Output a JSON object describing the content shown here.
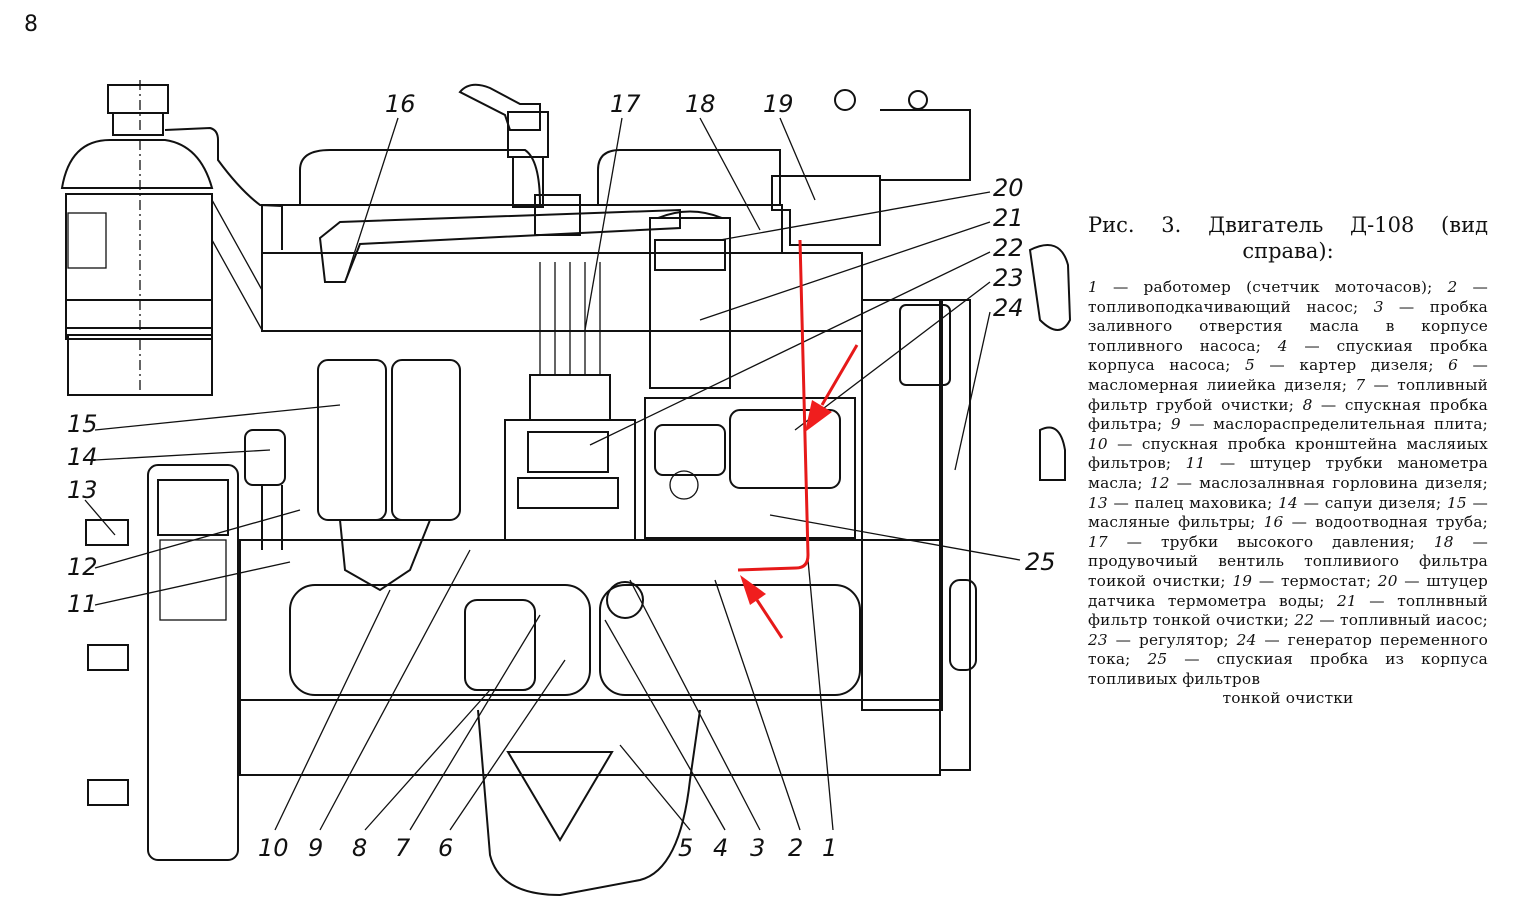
{
  "page_number": "8",
  "figure": {
    "title_line1": "Рис. 3. Двигатель Д-108 (вид",
    "title_line2": "справа):",
    "legend": [
      {
        "num": "1",
        "text": "работомер (счетчик моточасов);"
      },
      {
        "num": "2",
        "text": "топливоподкачивающий насос;"
      },
      {
        "num": "3",
        "text": "пробка заливного отверстия масла в корпусе топливного насоса;"
      },
      {
        "num": "4",
        "text": "спускиая пробка корпуса насоса;"
      },
      {
        "num": "5",
        "text": "картер дизеля;"
      },
      {
        "num": "6",
        "text": "масломерная лииейка дизеля;"
      },
      {
        "num": "7",
        "text": "топливный фильтр грубой очистки;"
      },
      {
        "num": "8",
        "text": "спускная пробка фильтра;"
      },
      {
        "num": "9",
        "text": "маслораспределительная плита;"
      },
      {
        "num": "10",
        "text": "спускная пробка кронштейна масляиых фильтров;"
      },
      {
        "num": "11",
        "text": "штуцер трубки манометра масла;"
      },
      {
        "num": "12",
        "text": "маслозалнвная горловина дизеля;"
      },
      {
        "num": "13",
        "text": "палец маховика;"
      },
      {
        "num": "14",
        "text": "сапуи дизеля;"
      },
      {
        "num": "15",
        "text": "масляные фильтры;"
      },
      {
        "num": "16",
        "text": "водоотводная труба;"
      },
      {
        "num": "17",
        "text": "трубки высокого давления;"
      },
      {
        "num": "18",
        "text": "продувочиый вентиль топливиого фильтра тоикой очистки;"
      },
      {
        "num": "19",
        "text": "термостат;"
      },
      {
        "num": "20",
        "text": "штуцер датчика термометра воды;"
      },
      {
        "num": "21",
        "text": "топлнвный фильтр тонкой очистки;"
      },
      {
        "num": "22",
        "text": "топливный иасос;"
      },
      {
        "num": "23",
        "text": "регулятор;"
      },
      {
        "num": "24",
        "text": "генератор переменного тока;"
      },
      {
        "num": "25",
        "text": "спускиая пробка из корпуса топливиых фильтров тонкой очистки"
      }
    ],
    "caption_html_lines": [
      "<i>1</i> — работомер (счетчик моточасов); <i>2</i> — топливоподкачивающий насос; <i>3</i> — пробка заливного отверстия масла в корпусе топливного насоса; <i>4</i> — спускиая пробка корпуса насоса; <i>5</i> — картер дизеля; <i>6</i> — масломерная лииейка дизеля; <i>7</i> — топливный фильтр грубой очистки; <i>8</i> — спускная пробка фильтра; <i>9</i> — маслораспределительная плита; <i>10</i> — спускная пробка кронштейна масляиых фильтров; <i>11</i> — штуцер трубки манометра масла; <i>12</i> — маслозалнвная горловина дизеля; <i>13</i> — палец маховика; <i>14</i> — сапуи дизеля; <i>15</i> — масляные фильтры; <i>16</i> — водоотводная труба; <i>17</i> — трубки высокого давления; <i>18</i> — продувочиый вентиль топливиого фильтра тоикой очистки; <i>19</i> — термостат; <i>20</i> — штуцер датчика термометра воды; <i>21</i> — топлнвный фильтр тонкой очистки; <i>22</i> — топливный иасос; <i>23</i> — регулятор; <i>24</i> — генератор переменного тока; <i>25</i> — спускиая пробка из корпуса топливиых фильтров"
    ],
    "caption_last_line": "тонкой очистки"
  },
  "callouts": {
    "top": [
      "16",
      "17",
      "18",
      "19"
    ],
    "right": [
      "20",
      "21",
      "22",
      "23",
      "24",
      "25"
    ],
    "left": [
      "15",
      "14",
      "13",
      "12",
      "11"
    ],
    "bottom": [
      "10",
      "9",
      "8",
      "7",
      "6",
      "5",
      "4",
      "3",
      "2",
      "1"
    ]
  },
  "annotation": {
    "color": "#e61919",
    "description": "red fuel line with two arrows"
  }
}
